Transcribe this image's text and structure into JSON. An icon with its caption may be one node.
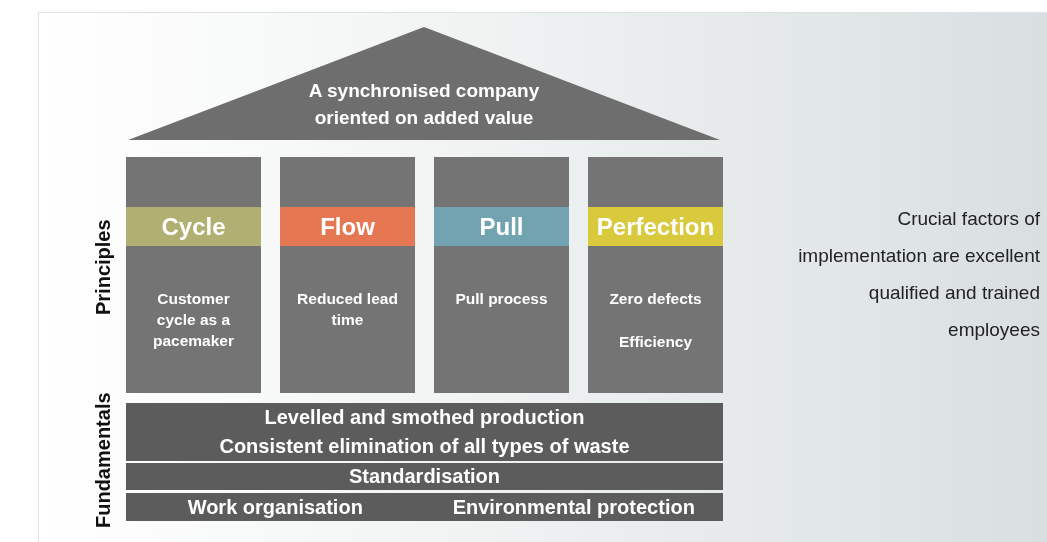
{
  "diagram": {
    "nodes": [
      {
        "text": [
          "A synchronised company oriented on added value"
        ]
      },
      {
        "text": [
          "Cycle",
          "Customer cycle as a pacemaker"
        ]
      },
      {
        "text": [
          "Flow",
          "Reduced lead time"
        ]
      },
      {
        "text": [
          "Pull",
          "Pull process"
        ]
      },
      {
        "text": [
          "Perfection",
          "Zero defects",
          "Efficiency"
        ]
      },
      {
        "text": [
          "Levelled and smothed production",
          "Consistent elimination of all types of waste"
        ]
      },
      {
        "text": [
          "Standardisation"
        ]
      },
      {
        "text": [
          "Work organisation",
          "Environmental protection"
        ]
      }
    ],
    "labels": [
      "Principles",
      "Fundamentals",
      "Crucial factors of implementation are excellent qualified and trained employees"
    ]
  }
}
